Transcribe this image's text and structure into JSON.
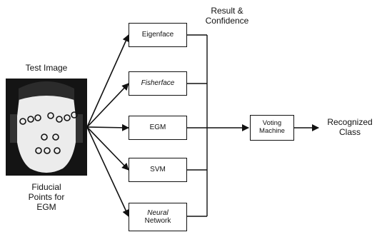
{
  "test_image_label": "Test Image",
  "fiducial_caption": [
    "Fiducial",
    "Points for",
    "EGM"
  ],
  "result_label": [
    "Result &",
    "Confidence"
  ],
  "classifiers": [
    {
      "label": [
        "Eigenface"
      ],
      "italic": false
    },
    {
      "label": [
        "Fisherface"
      ],
      "italic": true
    },
    {
      "label": [
        "EGM"
      ],
      "italic": false
    },
    {
      "label": [
        "SVM"
      ],
      "italic": false
    },
    {
      "label": [
        "Neural",
        "Network"
      ],
      "italic": true
    }
  ],
  "voting_label": [
    "Voting",
    "Machine"
  ],
  "output_label": [
    "Recognized",
    "Class"
  ]
}
